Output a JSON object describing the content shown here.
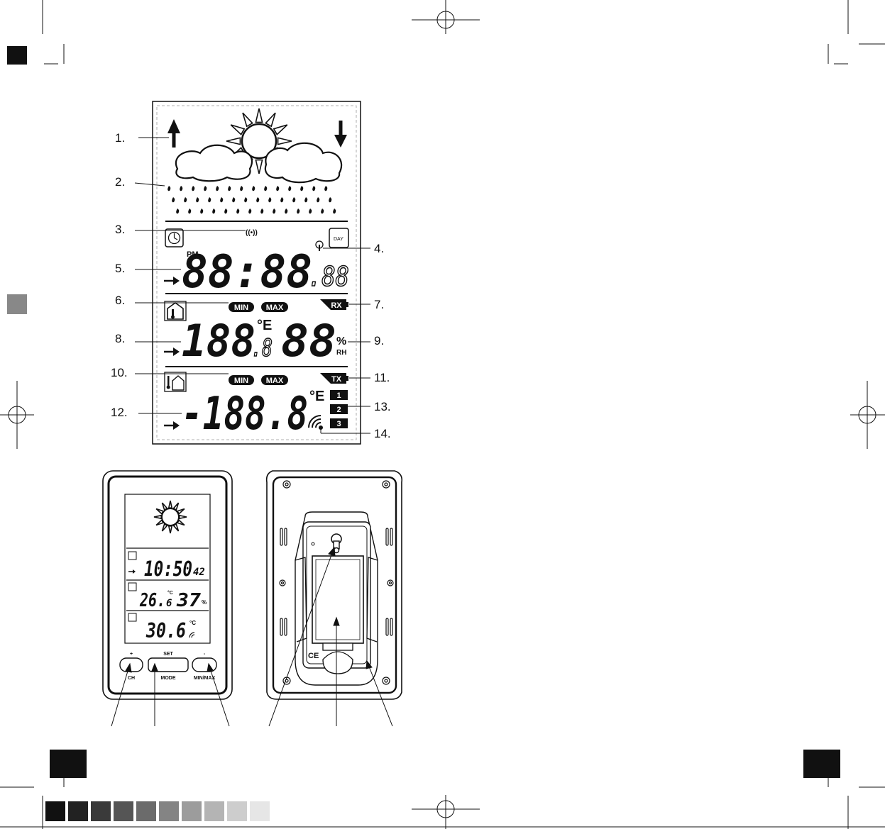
{
  "lcd": {
    "time_prefix": "PM",
    "time_main": "88:88",
    "time_seconds": ".88",
    "min_label": "MIN",
    "max_label": "MAX",
    "rx_label": "RX",
    "tx_label": "TX",
    "indoor_temp": "188",
    "indoor_temp_decimal": ".8",
    "temp_unit": "°E",
    "humidity": "88",
    "humidity_unit": "%",
    "humidity_unit_sub": "RH",
    "outdoor_temp": "-188.8",
    "outdoor_temp_unit": "°E",
    "channels": [
      "1",
      "2",
      "3"
    ],
    "rcc_signal": "((•))",
    "day_label": "DAY"
  },
  "callouts": [
    "1.",
    "2.",
    "3.",
    "4.",
    "5.",
    "6.",
    "7.",
    "8.",
    "9.",
    "10.",
    "11.",
    "12.",
    "13.",
    "14."
  ],
  "front_device": {
    "time": "10:50",
    "seconds": "42",
    "indoor_temp": "26.",
    "indoor_temp_decimal": "6",
    "indoor_temp_unit": "°C",
    "humidity": "37",
    "humidity_unit": "%",
    "outdoor_temp": "30.6",
    "outdoor_temp_unit": "°C",
    "buttons": [
      {
        "top": "+",
        "face": "",
        "bottom": "CH"
      },
      {
        "top": "SET",
        "face": "",
        "bottom": "MODE"
      },
      {
        "top": "-",
        "face": "",
        "bottom": "MIN/MAX"
      }
    ]
  },
  "back_device": {
    "ce_mark": "CE"
  },
  "print_marks": {
    "swatch_colors": [
      "#111111",
      "#222222",
      "#3a3a3a",
      "#555555",
      "#6b6b6b",
      "#848484",
      "#9c9c9c",
      "#b4b4b4",
      "#cdcdcd",
      "#e6e6e6"
    ]
  }
}
